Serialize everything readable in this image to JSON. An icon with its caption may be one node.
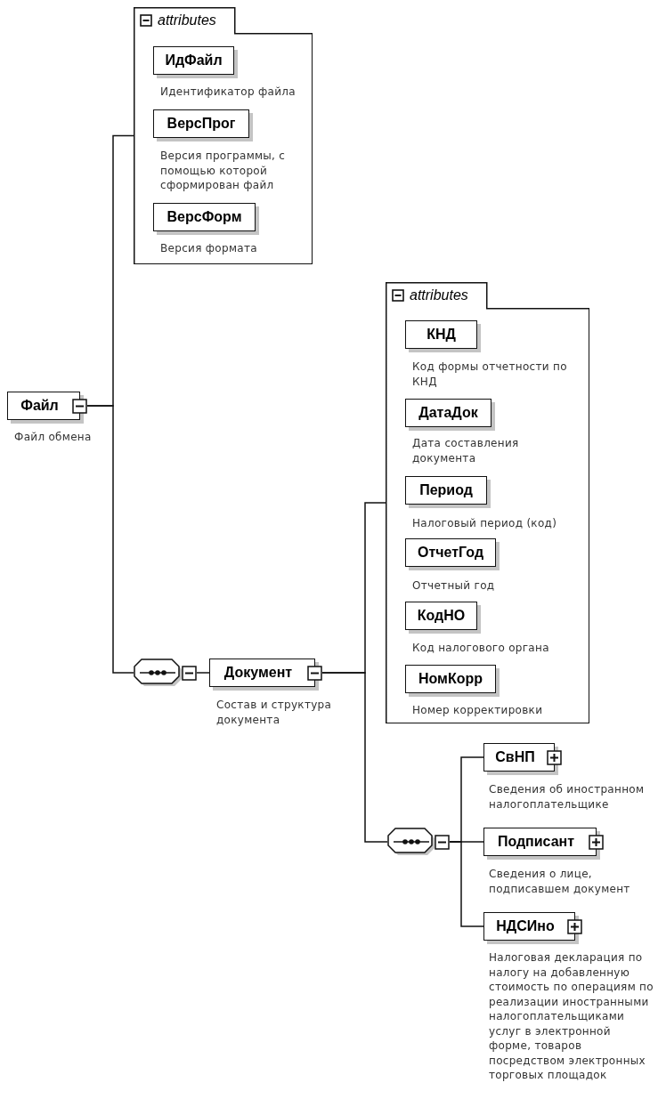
{
  "diagram": {
    "nodes": [
      {
        "text": [
          "Файл"
        ],
        "beside": [
          "Файл обмена"
        ]
      },
      {
        "text": [
          "attributes"
        ]
      },
      {
        "text": [
          "ИдФайл"
        ],
        "beside": [
          "Идентификатор файла"
        ],
        "in": 1
      },
      {
        "text": [
          "ВерсПрог"
        ],
        "beside": [
          "Версия программы, с помощью которой сформирован файл"
        ],
        "in": 1
      },
      {
        "text": [
          "ВерсФорм"
        ],
        "beside": [
          "Версия формата"
        ],
        "in": 1
      },
      {
        "text": [],
        "shape": "octagon"
      },
      {
        "text": [
          "Документ"
        ],
        "beside": [
          "Состав и структура документа"
        ]
      },
      {
        "text": [
          "attributes"
        ]
      },
      {
        "text": [
          "КНД"
        ],
        "beside": [
          "Код формы отчетности по КНД"
        ],
        "in": 7
      },
      {
        "text": [
          "ДатаДок"
        ],
        "beside": [
          "Дата составления документа"
        ],
        "in": 7
      },
      {
        "text": [
          "Период"
        ],
        "beside": [
          "Налоговый период (код)"
        ],
        "in": 7
      },
      {
        "text": [
          "ОтчетГод"
        ],
        "beside": [
          "Отчетный год"
        ],
        "in": 7
      },
      {
        "text": [
          "КодНО"
        ],
        "beside": [
          "Код налогового органа"
        ],
        "in": 7
      },
      {
        "text": [
          "НомКорр"
        ],
        "beside": [
          "Номер корректировки"
        ],
        "in": 7
      },
      {
        "text": [],
        "shape": "octagon"
      },
      {
        "text": [
          "СвНП"
        ],
        "beside": [
          "Сведения об иностранном налогоплательщике"
        ]
      },
      {
        "text": [
          "Подписант"
        ],
        "beside": [
          "Сведения о лице, подписавшем документ"
        ]
      },
      {
        "text": [
          "НДСИно"
        ],
        "beside": [
          "Налоговая декларация по налогу на добавленную стоимость по операциям по реализации иностранными налогоплательщиками услуг в электронной форме, товаров посредством электронных торговых площадок"
        ]
      }
    ],
    "edges": [
      {
        "from": 0,
        "to": 1,
        "arrow": "none"
      },
      {
        "from": 0,
        "to": 5,
        "arrow": "none"
      },
      {
        "from": 5,
        "to": 6,
        "arrow": "none"
      },
      {
        "from": 6,
        "to": 7,
        "arrow": "none"
      },
      {
        "from": 6,
        "to": 14,
        "arrow": "none"
      },
      {
        "from": 14,
        "to": 15,
        "arrow": "none"
      },
      {
        "from": 14,
        "to": 16,
        "arrow": "none"
      },
      {
        "from": 14,
        "to": 17,
        "arrow": "none"
      }
    ]
  }
}
